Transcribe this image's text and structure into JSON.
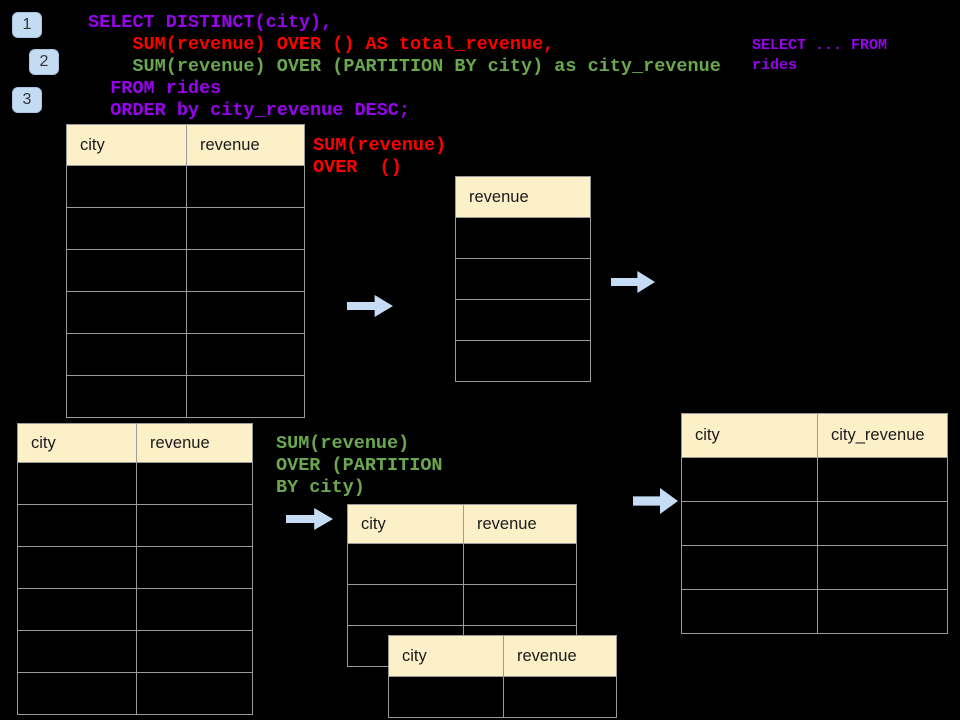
{
  "colors": {
    "background": "#000000",
    "purple": "#9902ef",
    "red": "#fe0000",
    "green": "#6aa84f",
    "header-fill": "#fcf0c9",
    "table-border": "#9a9a9a",
    "arrow-blue": "#c6dcf4",
    "badge-blue": "#c4dcf2"
  },
  "badges": [
    {
      "label": "1"
    },
    {
      "label": "2"
    },
    {
      "label": "3"
    }
  ],
  "code": {
    "lines": [
      {
        "text": "SELECT DISTINCT(city),",
        "color": "purple"
      },
      {
        "text": "    SUM(revenue) OVER () AS total_revenue,",
        "color": "red"
      },
      {
        "text": "    SUM(revenue) OVER (PARTITION BY city) as city_revenue",
        "color": "green"
      },
      {
        "text": "  FROM rides",
        "color": "purple"
      },
      {
        "text": "  ORDER by city_revenue DESC;",
        "color": "purple"
      }
    ]
  },
  "side_note": {
    "lines": [
      {
        "text": "SELECT ... FROM",
        "color": "purple"
      },
      {
        "text": "rides",
        "color": "purple"
      }
    ]
  },
  "annotations": {
    "total_revenue": {
      "lines": [
        {
          "text": "SUM(revenue)",
          "color": "red"
        },
        {
          "text": "OVER  ()",
          "color": "red"
        }
      ]
    },
    "city_revenue": {
      "lines": [
        {
          "text": "SUM(revenue)",
          "color": "green"
        },
        {
          "text": "OVER (PARTITION",
          "color": "green"
        },
        {
          "text": "BY city)",
          "color": "green"
        }
      ]
    }
  },
  "tables": {
    "rides_top": {
      "headers": [
        "city",
        "revenue"
      ],
      "empty_rows": 6
    },
    "total_revenue_result": {
      "headers": [
        "revenue"
      ],
      "empty_rows": 4
    },
    "rides_bottom": {
      "headers": [
        "city",
        "revenue"
      ],
      "empty_rows": 6
    },
    "partition_step": {
      "headers": [
        "city",
        "revenue"
      ],
      "empty_rows": 3
    },
    "partition_step_overlay": {
      "headers": [
        "city",
        "revenue"
      ],
      "empty_rows": 1
    },
    "city_revenue_result": {
      "headers": [
        "city",
        "city_revenue"
      ],
      "empty_rows": 4
    }
  }
}
